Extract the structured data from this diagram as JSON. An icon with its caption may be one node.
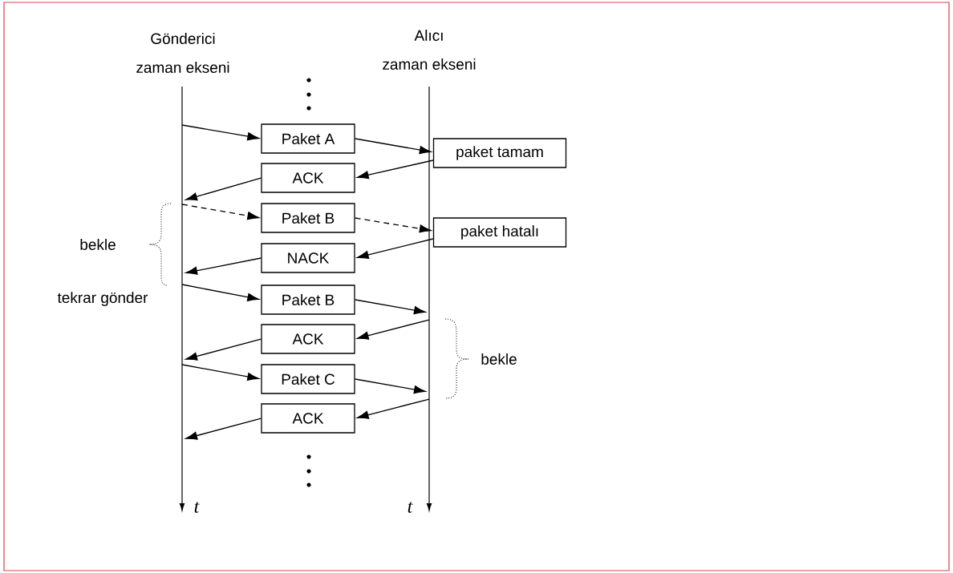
{
  "diagram": {
    "nodes": [
      {
        "text": [
          "Paket A"
        ]
      },
      {
        "text": [
          "paket tamam"
        ]
      },
      {
        "text": [
          "ACK"
        ]
      },
      {
        "text": [
          "Paket B"
        ]
      },
      {
        "text": [
          "paket hatalı"
        ]
      },
      {
        "text": [
          "NACK"
        ]
      },
      {
        "text": [
          "Paket B"
        ]
      },
      {
        "text": [
          "ACK"
        ]
      },
      {
        "text": [
          "Paket C"
        ]
      },
      {
        "text": [
          "ACK"
        ]
      }
    ],
    "edges": [
      {
        "from": null,
        "to": 0,
        "arrow": "to"
      },
      {
        "from": 0,
        "to": 1,
        "arrow": "to"
      },
      {
        "from": 1,
        "to": 2,
        "arrow": "to"
      },
      {
        "from": 2,
        "to": null,
        "arrow": "to"
      },
      {
        "from": null,
        "to": 3,
        "arrow": "to",
        "style": "dashed"
      },
      {
        "from": 3,
        "to": 4,
        "arrow": "to",
        "style": "dashed"
      },
      {
        "from": 4,
        "to": 5,
        "arrow": "to"
      },
      {
        "from": 5,
        "to": null,
        "arrow": "to"
      },
      {
        "from": null,
        "to": 6,
        "arrow": "to"
      },
      {
        "from": 6,
        "to": null,
        "arrow": "to"
      },
      {
        "from": null,
        "to": 7,
        "arrow": "to"
      },
      {
        "from": 7,
        "to": null,
        "arrow": "to"
      },
      {
        "from": null,
        "to": 8,
        "arrow": "to"
      },
      {
        "from": 8,
        "to": null,
        "arrow": "to"
      },
      {
        "from": null,
        "to": 9,
        "arrow": "to"
      },
      {
        "from": 9,
        "to": null,
        "arrow": "to"
      }
    ],
    "labels": [
      "Gönderici zaman ekseni",
      "Alıcı zaman ekseni",
      "bekle",
      "tekrar gönder",
      "bekle",
      "t",
      "t"
    ]
  }
}
